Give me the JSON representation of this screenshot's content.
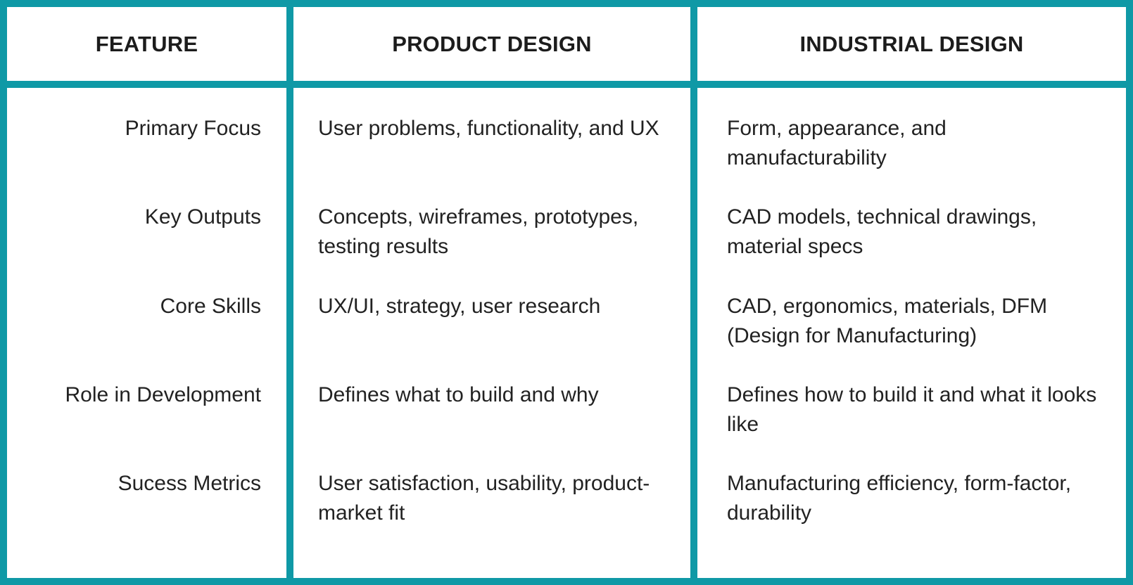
{
  "colors": {
    "border": "#0f99a6",
    "text": "#222222",
    "background": "#ffffff"
  },
  "headers": {
    "feature": "FEATURE",
    "product": "PRODUCT DESIGN",
    "industrial": "INDUSTRIAL DESIGN"
  },
  "rows": [
    {
      "feature": "Primary Focus",
      "product": "User problems, functionality, and UX",
      "industrial": "Form, appearance, and manufacturability"
    },
    {
      "feature": "Key Outputs",
      "product": "Concepts, wireframes, prototypes, testing results",
      "industrial": "CAD models, technical drawings, material specs"
    },
    {
      "feature": "Core Skills",
      "product": "UX/UI, strategy, user research",
      "industrial": "CAD, ergonomics, materials, DFM (Design for Manufacturing)"
    },
    {
      "feature": "Role in Development",
      "product": "Defines what to build and why",
      "industrial": "Defines how to build it and what it looks like"
    },
    {
      "feature": "Sucess Metrics",
      "product": "User satisfaction, usability, product-market fit",
      "industrial": "Manufacturing efficiency, form-factor, durability"
    }
  ]
}
